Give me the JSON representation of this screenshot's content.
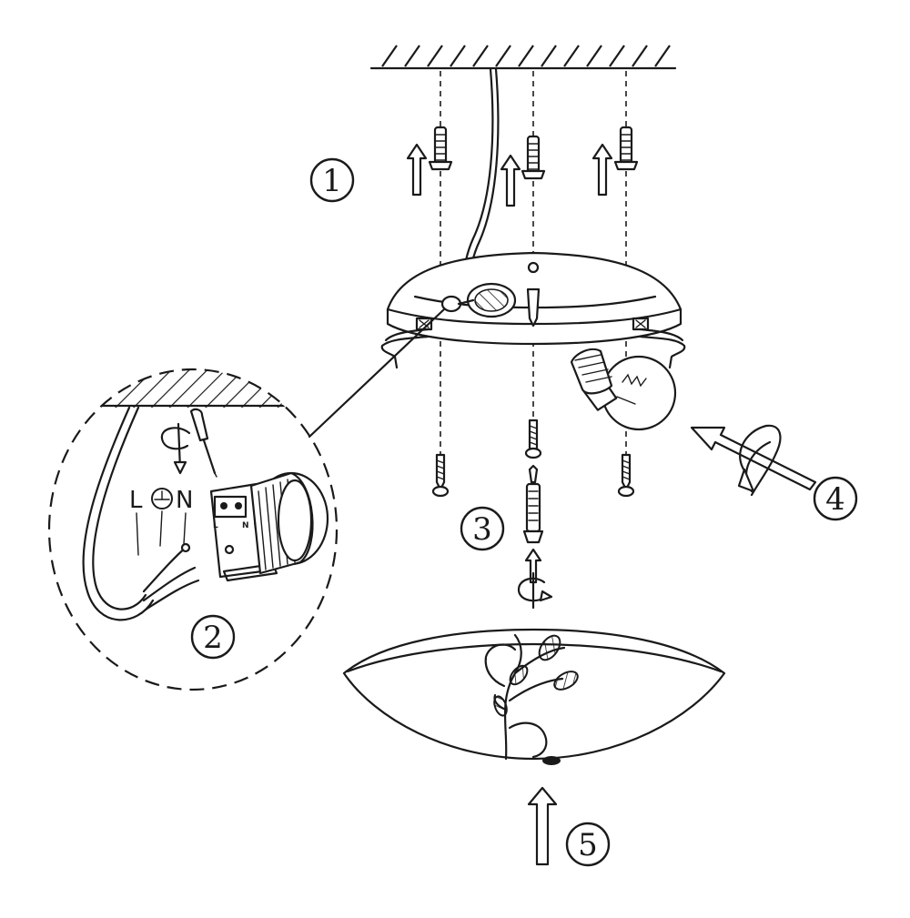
{
  "colors": {
    "line": "#1a1a1a",
    "background": "#ffffff"
  },
  "steps": [
    {
      "id": 1,
      "label": "1"
    },
    {
      "id": 2,
      "label": "2"
    },
    {
      "id": 3,
      "label": "3"
    },
    {
      "id": 4,
      "label": "4"
    },
    {
      "id": 5,
      "label": "5"
    }
  ],
  "terminal_labels": {
    "live": "L",
    "earth": "⏚",
    "neutral": "N"
  },
  "terminal_block_marks": {
    "left": "L",
    "right": "N"
  }
}
